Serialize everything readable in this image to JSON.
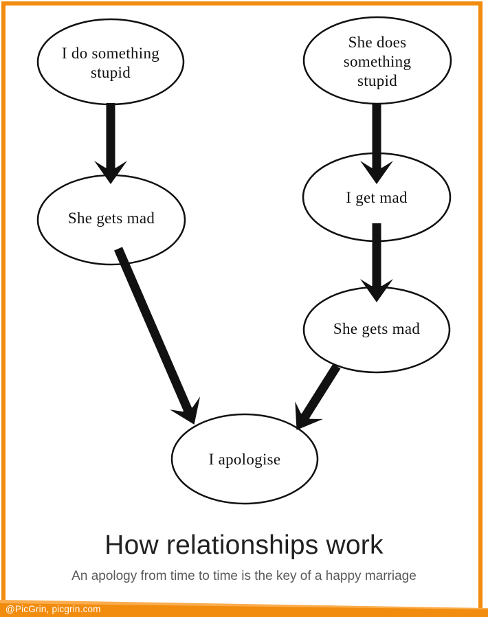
{
  "diagram": {
    "type": "flowchart",
    "nodes": [
      {
        "id": "do-stupid",
        "label": "I do something stupid"
      },
      {
        "id": "she-does-stupid",
        "label": "She does something stupid"
      },
      {
        "id": "she-gets-mad-left",
        "label": "She gets mad"
      },
      {
        "id": "i-get-mad",
        "label": "I get mad"
      },
      {
        "id": "she-gets-mad-right",
        "label": "She gets mad"
      },
      {
        "id": "i-apologise",
        "label": "I apologise"
      }
    ],
    "edges": [
      {
        "from": "do-stupid",
        "to": "she-gets-mad-left"
      },
      {
        "from": "she-does-stupid",
        "to": "i-get-mad"
      },
      {
        "from": "i-get-mad",
        "to": "she-gets-mad-right"
      },
      {
        "from": "she-gets-mad-left",
        "to": "i-apologise"
      },
      {
        "from": "she-gets-mad-right",
        "to": "i-apologise"
      }
    ]
  },
  "caption": {
    "title": "How relationships work",
    "subtitle": "An apology from time to time is the key of a happy marriage"
  },
  "watermark": {
    "text": "@PicGrin, picgrin.com"
  },
  "colors": {
    "frame_orange": "#F28C0E",
    "banner_orange": "#F28C0E",
    "banner_light_orange": "#FBAD4E",
    "node_stroke": "#111111",
    "title_text": "#212121",
    "subtitle_text": "#595959",
    "watermark_text": "#FFFFFF"
  }
}
